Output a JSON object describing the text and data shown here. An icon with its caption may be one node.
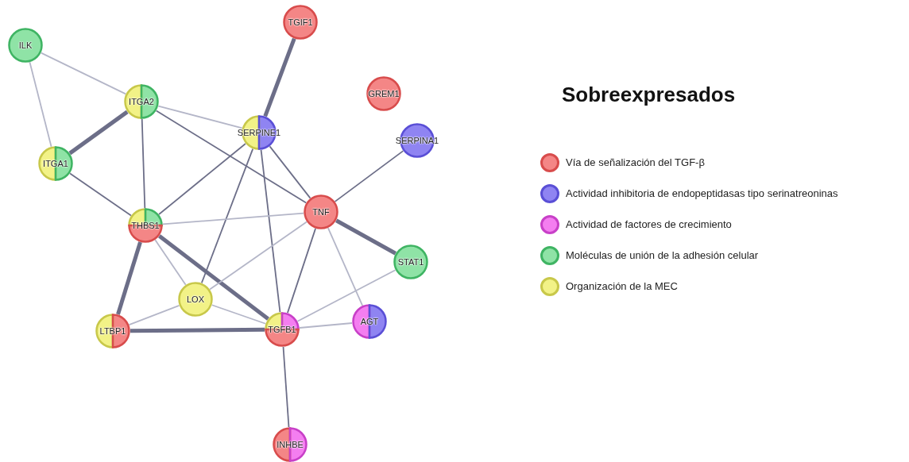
{
  "diagram": {
    "title": "Sobreexpresados",
    "nodes": [
      {
        "text": [
          "ILK"
        ]
      },
      {
        "text": [
          "TGIF1"
        ]
      },
      {
        "text": [
          "GREM1"
        ]
      },
      {
        "text": [
          "ITGA2"
        ]
      },
      {
        "text": [
          "SERPINE1"
        ]
      },
      {
        "text": [
          "SERPINA1"
        ]
      },
      {
        "text": [
          "ITGA1"
        ]
      },
      {
        "text": [
          "TNF"
        ]
      },
      {
        "text": [
          "THBS1"
        ]
      },
      {
        "text": [
          "STAT1"
        ]
      },
      {
        "text": [
          "LOX"
        ]
      },
      {
        "text": [
          "LTBP1"
        ]
      },
      {
        "text": [
          "TGFB1"
        ]
      },
      {
        "text": [
          "AGT"
        ]
      },
      {
        "text": [
          "INHBE"
        ]
      }
    ],
    "edges": [
      {
        "from": 0,
        "to": 3,
        "arrow": "none",
        "color": "#b4b6c8"
      },
      {
        "from": 0,
        "to": 6,
        "arrow": "none",
        "color": "#b4b6c8"
      },
      {
        "from": 1,
        "to": 4,
        "arrow": "none",
        "style": "thick"
      },
      {
        "from": 3,
        "to": 4,
        "arrow": "none",
        "color": "#b4b6c8"
      },
      {
        "from": 3,
        "to": 6,
        "arrow": "none",
        "style": "thick"
      },
      {
        "from": 3,
        "to": 8,
        "arrow": "none"
      },
      {
        "from": 3,
        "to": 7,
        "arrow": "none"
      },
      {
        "from": 4,
        "to": 8,
        "arrow": "none"
      },
      {
        "from": 4,
        "to": 10,
        "arrow": "none"
      },
      {
        "from": 4,
        "to": 12,
        "arrow": "none"
      },
      {
        "from": 4,
        "to": 7,
        "arrow": "none"
      },
      {
        "from": 5,
        "to": 7,
        "arrow": "none"
      },
      {
        "from": 6,
        "to": 8,
        "arrow": "none"
      },
      {
        "from": 8,
        "to": 7,
        "arrow": "none",
        "color": "#b4b6c8"
      },
      {
        "from": 8,
        "to": 10,
        "arrow": "none",
        "color": "#b4b6c8"
      },
      {
        "from": 8,
        "to": 12,
        "arrow": "none",
        "style": "thick"
      },
      {
        "from": 8,
        "to": 11,
        "arrow": "none",
        "style": "thick"
      },
      {
        "from": 7,
        "to": 10,
        "arrow": "none",
        "color": "#b4b6c8"
      },
      {
        "from": 7,
        "to": 12,
        "arrow": "none"
      },
      {
        "from": 7,
        "to": 9,
        "arrow": "none",
        "style": "thick"
      },
      {
        "from": 7,
        "to": 13,
        "arrow": "none",
        "color": "#b4b6c8"
      },
      {
        "from": 9,
        "to": 12,
        "arrow": "none",
        "color": "#b4b6c8"
      },
      {
        "from": 10,
        "to": 11,
        "arrow": "none",
        "color": "#b4b6c8"
      },
      {
        "from": 10,
        "to": 12,
        "arrow": "none",
        "color": "#b4b6c8"
      },
      {
        "from": 11,
        "to": 12,
        "arrow": "none",
        "style": "thick"
      },
      {
        "from": 12,
        "to": 13,
        "arrow": "none",
        "color": "#b4b6c8"
      },
      {
        "from": 12,
        "to": 14,
        "arrow": "none"
      }
    ],
    "legend": [
      {
        "text": "Vía de señalización del TGF-β",
        "color": "#f48686"
      },
      {
        "text": "Actividad inhibitoria de endopeptidasas tipo serinatreoninas",
        "color": "#8f84f2"
      },
      {
        "text": "Actividad de factores de crecimiento",
        "color": "#f47ef0"
      },
      {
        "text": "Moléculas de unión de la adhesión celular",
        "color": "#8fe3a6"
      },
      {
        "text": "Organización de la MEC",
        "color": "#f2f287"
      }
    ]
  }
}
